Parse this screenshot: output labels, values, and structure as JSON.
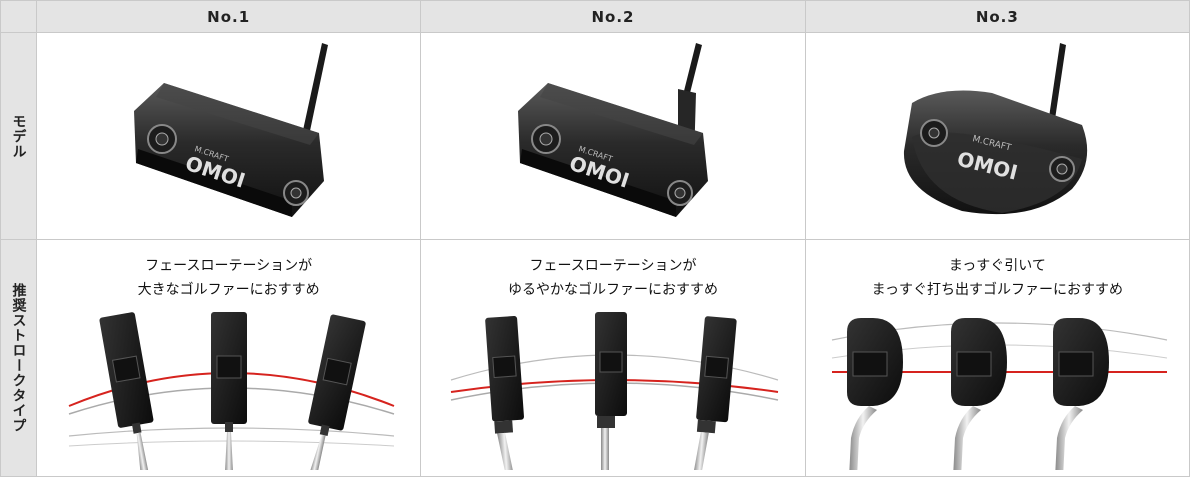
{
  "columns": [
    "No.1",
    "No.2",
    "No.3"
  ],
  "row_labels": {
    "model": "モデル",
    "stroke": "推奨ストロークタイプ"
  },
  "putter_brand": "M.CRAFT",
  "putter_logo": "OMOI",
  "stroke_descriptions": [
    [
      "フェースローテーションが",
      "大きなゴルファーにおすすめ"
    ],
    [
      "フェースローテーションが",
      "ゆるやかなゴルファーにおすすめ"
    ],
    [
      "まっすぐ引いて",
      "まっすぐ打ち出すゴルファーにおすすめ"
    ]
  ],
  "colors": {
    "arc_red": "#d6231e",
    "arc_gray": "#aaaaaa",
    "header_bg": "#e4e4e4"
  }
}
